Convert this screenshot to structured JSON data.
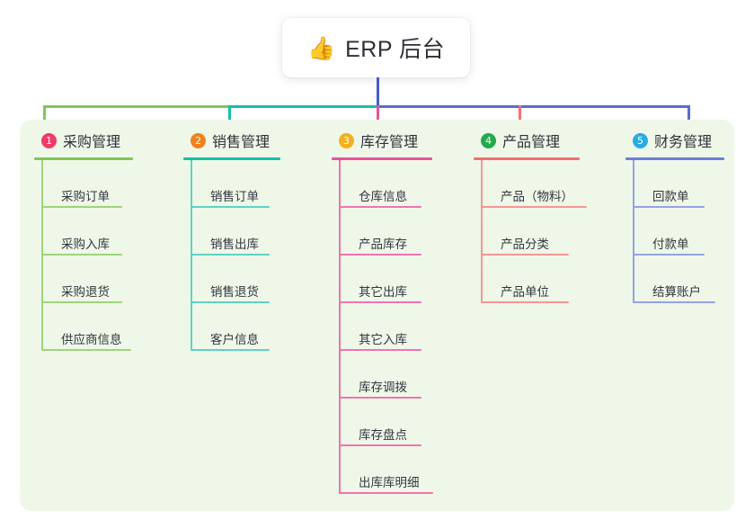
{
  "diagram": {
    "type": "mindmap-tree",
    "root": {
      "icon": "thumbs-up-icon",
      "emoji": "👍",
      "title": "ERP 后台"
    },
    "panel_color": "#eff7e9",
    "connector_colors": {
      "root_stem": "#4a5ad0",
      "bar_left": "#7dc855",
      "bar_mid": "#14bfa6",
      "bar_right": "#5a6bd6"
    },
    "branches": [
      {
        "index": "1",
        "title": "采购管理",
        "badge_color": "#f23a67",
        "line_color": "#7dc855",
        "items": [
          "采购订单",
          "采购入库",
          "采购退货",
          "供应商信息"
        ]
      },
      {
        "index": "2",
        "title": "销售管理",
        "badge_color": "#f2811d",
        "line_color": "#14bfa6",
        "items": [
          "销售订单",
          "销售出库",
          "销售退货",
          "客户信息"
        ]
      },
      {
        "index": "3",
        "title": "库存管理",
        "badge_color": "#f2b01d",
        "line_color": "#ea4f9b",
        "items": [
          "仓库信息",
          "产品库存",
          "其它出库",
          "其它入库",
          "库存调拨",
          "库存盘点",
          "出库库明细"
        ]
      },
      {
        "index": "4",
        "title": "产品管理",
        "badge_color": "#23a94b",
        "line_color": "#f2706e",
        "items": [
          "产品（物料）",
          "产品分类",
          "产品单位"
        ]
      },
      {
        "index": "5",
        "title": "财务管理",
        "badge_color": "#29abe2",
        "line_color": "#6b7fd7",
        "items": [
          "回款单",
          "付款单",
          "结算账户"
        ]
      }
    ]
  }
}
